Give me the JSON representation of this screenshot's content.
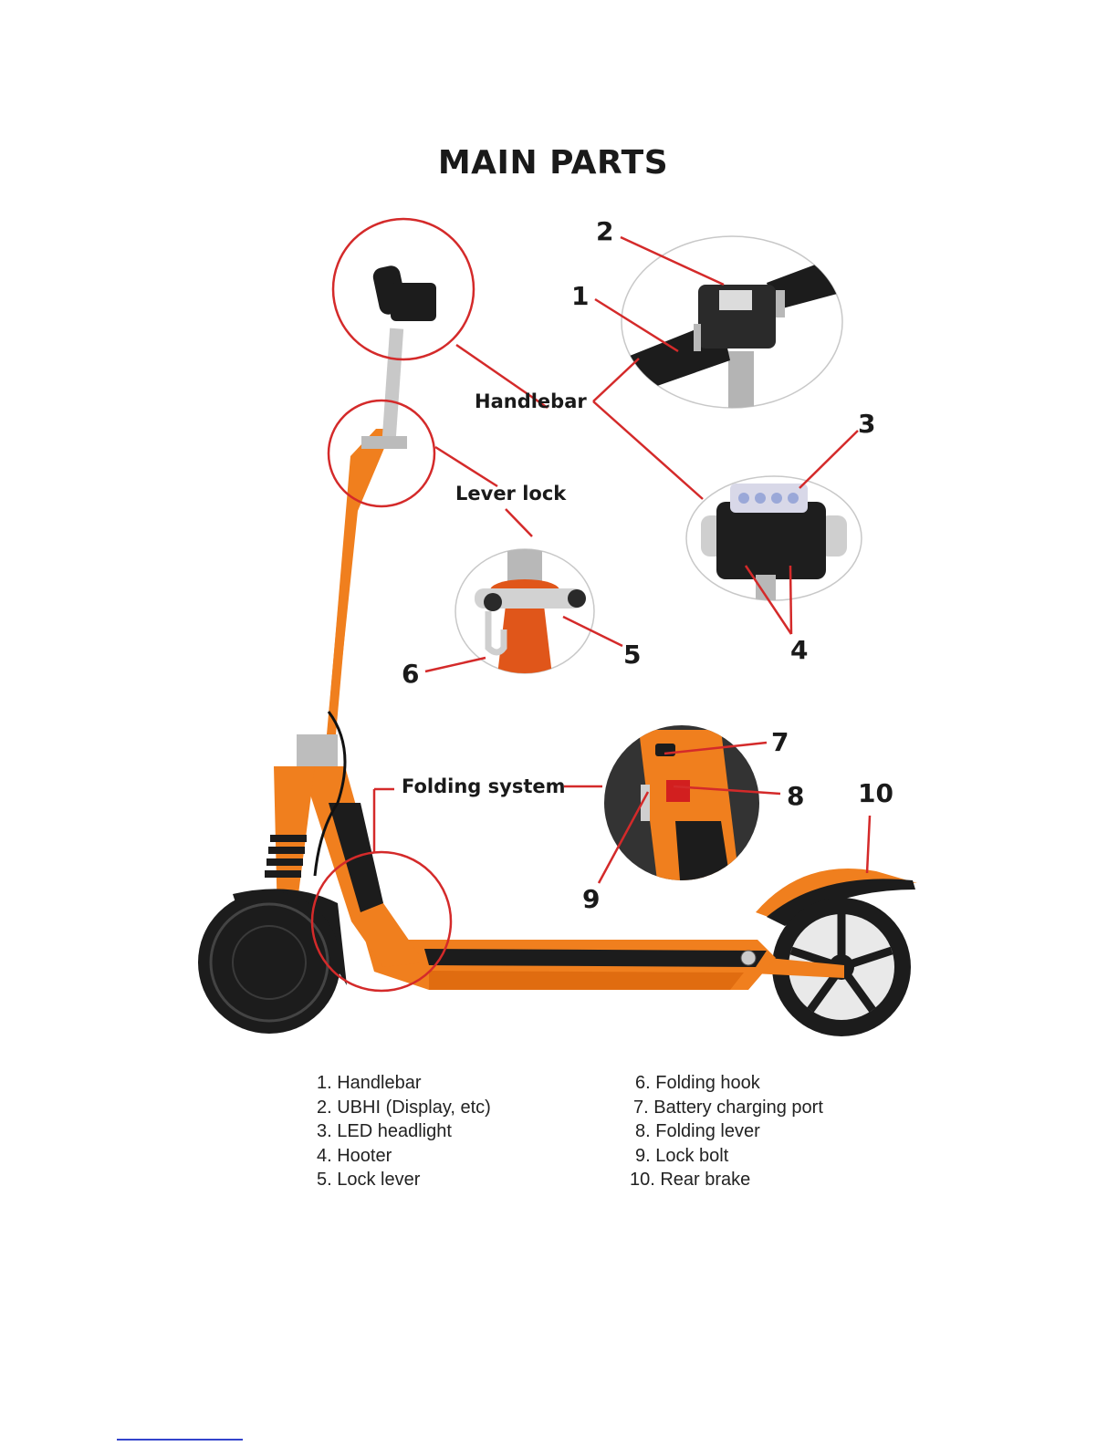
{
  "title": "MAIN PARTS",
  "labels": {
    "handlebar": "Handlebar",
    "lever_lock": "Lever lock",
    "folding_system": "Folding system"
  },
  "callouts": [
    "1",
    "2",
    "3",
    "4",
    "5",
    "6",
    "7",
    "8",
    "9",
    "10"
  ],
  "parts": [
    "1. Handlebar",
    "2. UBHI (Display, etc)",
    "3. LED headlight",
    "4. Hooter",
    "5. Lock lever",
    "6. Folding hook",
    "7. Battery charging port",
    "8. Folding lever",
    "9. Lock bolt",
    "10. Rear brake"
  ],
  "colors": {
    "frame": "#f07f1e",
    "circle": "#d42a2a",
    "tire": "#1c1c1c"
  }
}
